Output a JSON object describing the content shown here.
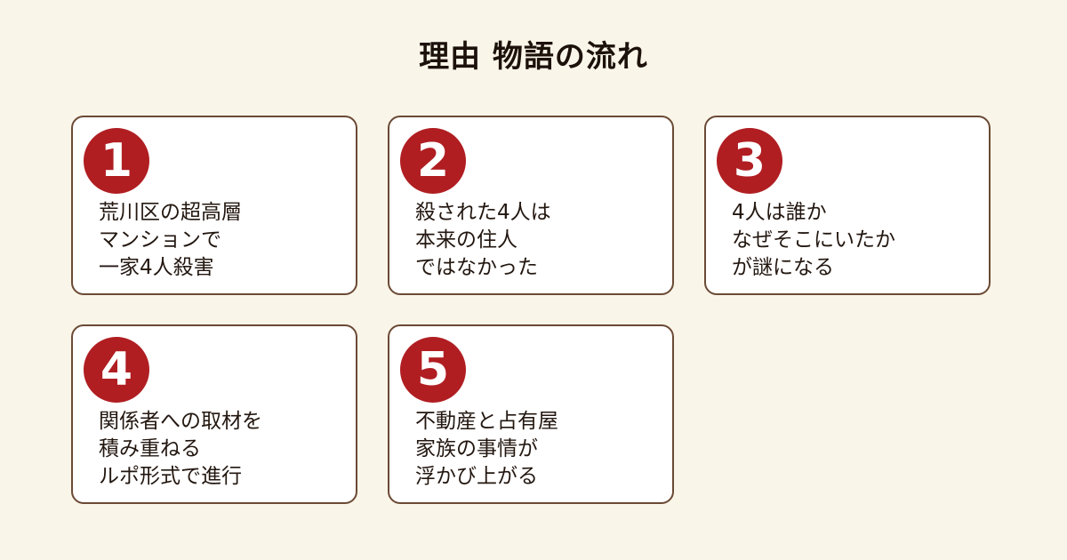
{
  "title": "理由 物語の流れ",
  "steps": [
    {
      "number": "1",
      "lines": [
        "荒川区の超高層",
        "マンションで",
        "一家4人殺害"
      ]
    },
    {
      "number": "2",
      "lines": [
        "殺された4人は",
        "本来の住人",
        "ではなかった"
      ]
    },
    {
      "number": "3",
      "lines": [
        "4人は誰か",
        "なぜそこにいたか",
        "が謎になる"
      ]
    },
    {
      "number": "4",
      "lines": [
        "関係者への取材を",
        "積み重ねる",
        "ルポ形式で進行"
      ]
    },
    {
      "number": "5",
      "lines": [
        "不動産と占有屋",
        "家族の事情が",
        "浮かび上がる"
      ]
    }
  ],
  "colors": {
    "background": "#faf5e9",
    "card_border": "#6b4a35",
    "number_badge": "#b01e22"
  }
}
